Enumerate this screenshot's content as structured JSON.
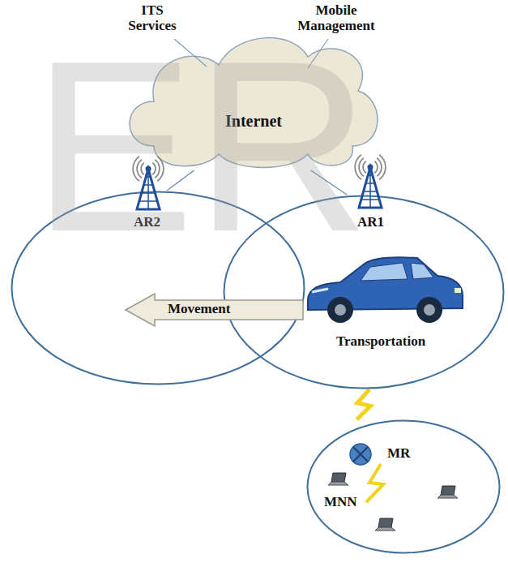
{
  "diagram": {
    "nodes": [
      {
        "text": [
          "Internet"
        ]
      },
      {
        "text": [
          "AR2"
        ]
      },
      {
        "text": [
          "AR1"
        ]
      },
      {
        "text": [
          "Movement"
        ]
      },
      {
        "text": [
          "MR",
          "MNN"
        ]
      }
    ],
    "edges": [
      {
        "from": 1,
        "to": 0,
        "arrow": "none"
      },
      {
        "from": 2,
        "to": 0,
        "arrow": "none"
      },
      {
        "from": 2,
        "to": 4,
        "arrow": "none"
      }
    ],
    "labels": [
      "ITS Services",
      "Mobile Management",
      "Transportation",
      "ER"
    ]
  }
}
